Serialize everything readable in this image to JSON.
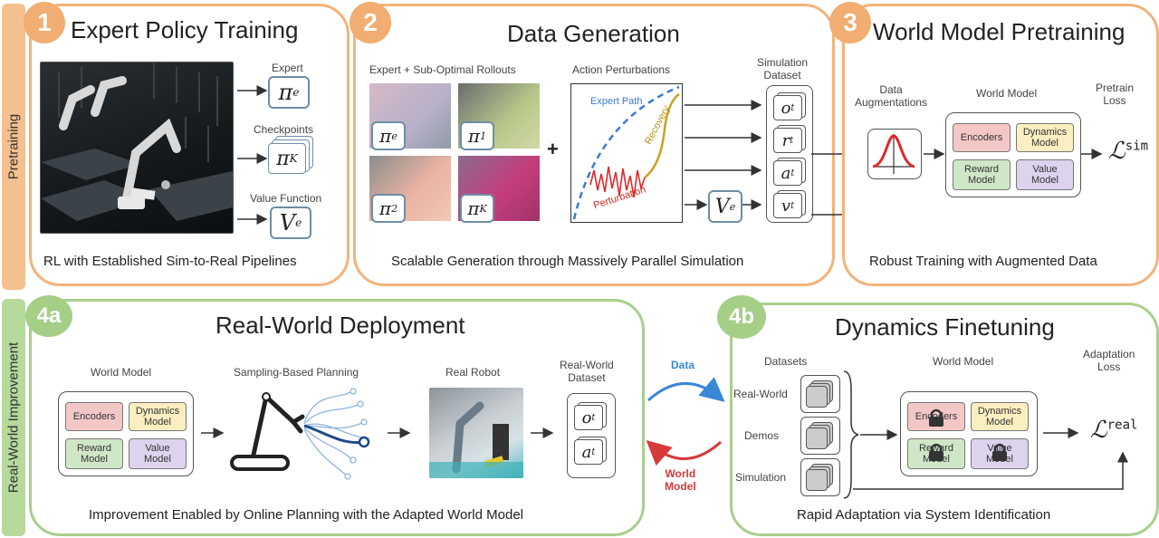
{
  "sidebar": {
    "pretraining": "Pretraining",
    "realworld": "Real-World Improvement"
  },
  "panel1": {
    "badge": "1",
    "title": "Expert Policy Training",
    "expert_label": "Expert",
    "checkpoints_label": "Checkpoints",
    "value_label": "Value Function",
    "caption": "RL with Established Sim-to-Real Pipelines"
  },
  "panel2": {
    "badge": "2",
    "title": "Data Generation",
    "rollouts_label": "Expert + Sub-Optimal Rollouts",
    "perturb_label": "Action Perturbations",
    "plus": "+",
    "expert_path": "Expert Path",
    "recovery": "Recovery",
    "perturbation": "Perturbation",
    "dataset_label_1": "Simulation",
    "dataset_label_2": "Dataset",
    "caption": "Scalable Generation through Massively Parallel Simulation"
  },
  "panel3": {
    "badge": "3",
    "title": "World Model Pretraining",
    "aug_label_1": "Data",
    "aug_label_2": "Augmentations",
    "wm_label": "World Model",
    "loss_label_1": "Pretrain",
    "loss_label_2": "Loss",
    "caption": "Robust Training with Augmented Data"
  },
  "modules": {
    "encoders": "Encoders",
    "dynamics_1": "Dynamics",
    "dynamics_2": "Model",
    "reward_1": "Reward",
    "reward_2": "Model",
    "value_1": "Value",
    "value_2": "Model"
  },
  "panel4a": {
    "badge": "4a",
    "title": "Real-World Deployment",
    "wm_label": "World Model",
    "planning_label": "Sampling-Based Planning",
    "robot_label": "Real Robot",
    "dataset_label_1": "Real-World",
    "dataset_label_2": "Dataset",
    "caption": "Improvement Enabled by Online Planning with the Adapted World Model"
  },
  "cycle": {
    "data": "Data",
    "world_1": "World",
    "world_2": "Model",
    "data_color": "#3a87d6",
    "world_color": "#d63a3a"
  },
  "panel4b": {
    "badge": "4b",
    "title": "Dynamics Finetuning",
    "datasets_label": "Datasets",
    "realworld": "Real-World",
    "demos": "Demos",
    "simulation": "Simulation",
    "wm_label": "World Model",
    "loss_label_1": "Adaptation",
    "loss_label_2": "Loss",
    "caption": "Rapid Adaptation via System Identification"
  },
  "colors": {
    "orange": "#f1ad72",
    "green": "#a5cf87"
  }
}
